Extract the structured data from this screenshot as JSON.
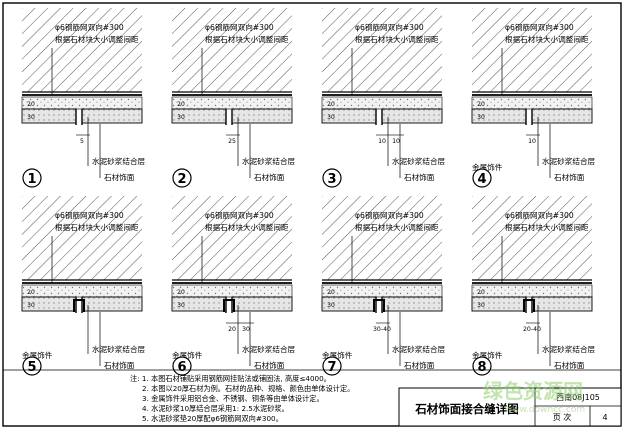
{
  "labels": {
    "rebar": "φ6钢筋网双向#300",
    "adjust": "根据石材块大小调整间距",
    "mortar": "水泥砂浆结合层",
    "stone": "石材饰面",
    "metal": "金属饰件"
  },
  "details": [
    {
      "number": "1",
      "dims": [
        "5"
      ]
    },
    {
      "number": "2",
      "dims": [
        "25"
      ]
    },
    {
      "number": "3",
      "dims": [
        "10",
        "10"
      ]
    },
    {
      "number": "4",
      "dims": [
        "10"
      ]
    },
    {
      "number": "5",
      "dims": []
    },
    {
      "number": "6",
      "dims": [
        "20",
        "30"
      ]
    },
    {
      "number": "7",
      "dims": [
        "30-40"
      ]
    },
    {
      "number": "8",
      "dims": [
        "20-40"
      ]
    }
  ],
  "layer_marks": [
    "20",
    "30"
  ],
  "notes": [
    "注: 1. 本图石材铺贴采用钢筋网挂贴法或铺固法, 高度≤4000。",
    "2. 本图以20厚石材为例。石材的品种、规格、颜色由单体设计定。",
    "3. 金属饰件采用铝合金、不锈钢、铜条等由单体设计定。",
    "4. 水泥砂浆10厚结合层采用1: 2.5水泥砂浆。",
    "5. 水泥砂浆垫20厚配φ6钢筋网双向#300。"
  ],
  "title_block": {
    "title": "石材饰面接合缝详图",
    "atlas_label": "西南08J105",
    "page_label": "页 次",
    "page_number": "4"
  },
  "watermark": {
    "text": "绿色资源网",
    "url": "www.downcc.com"
  }
}
